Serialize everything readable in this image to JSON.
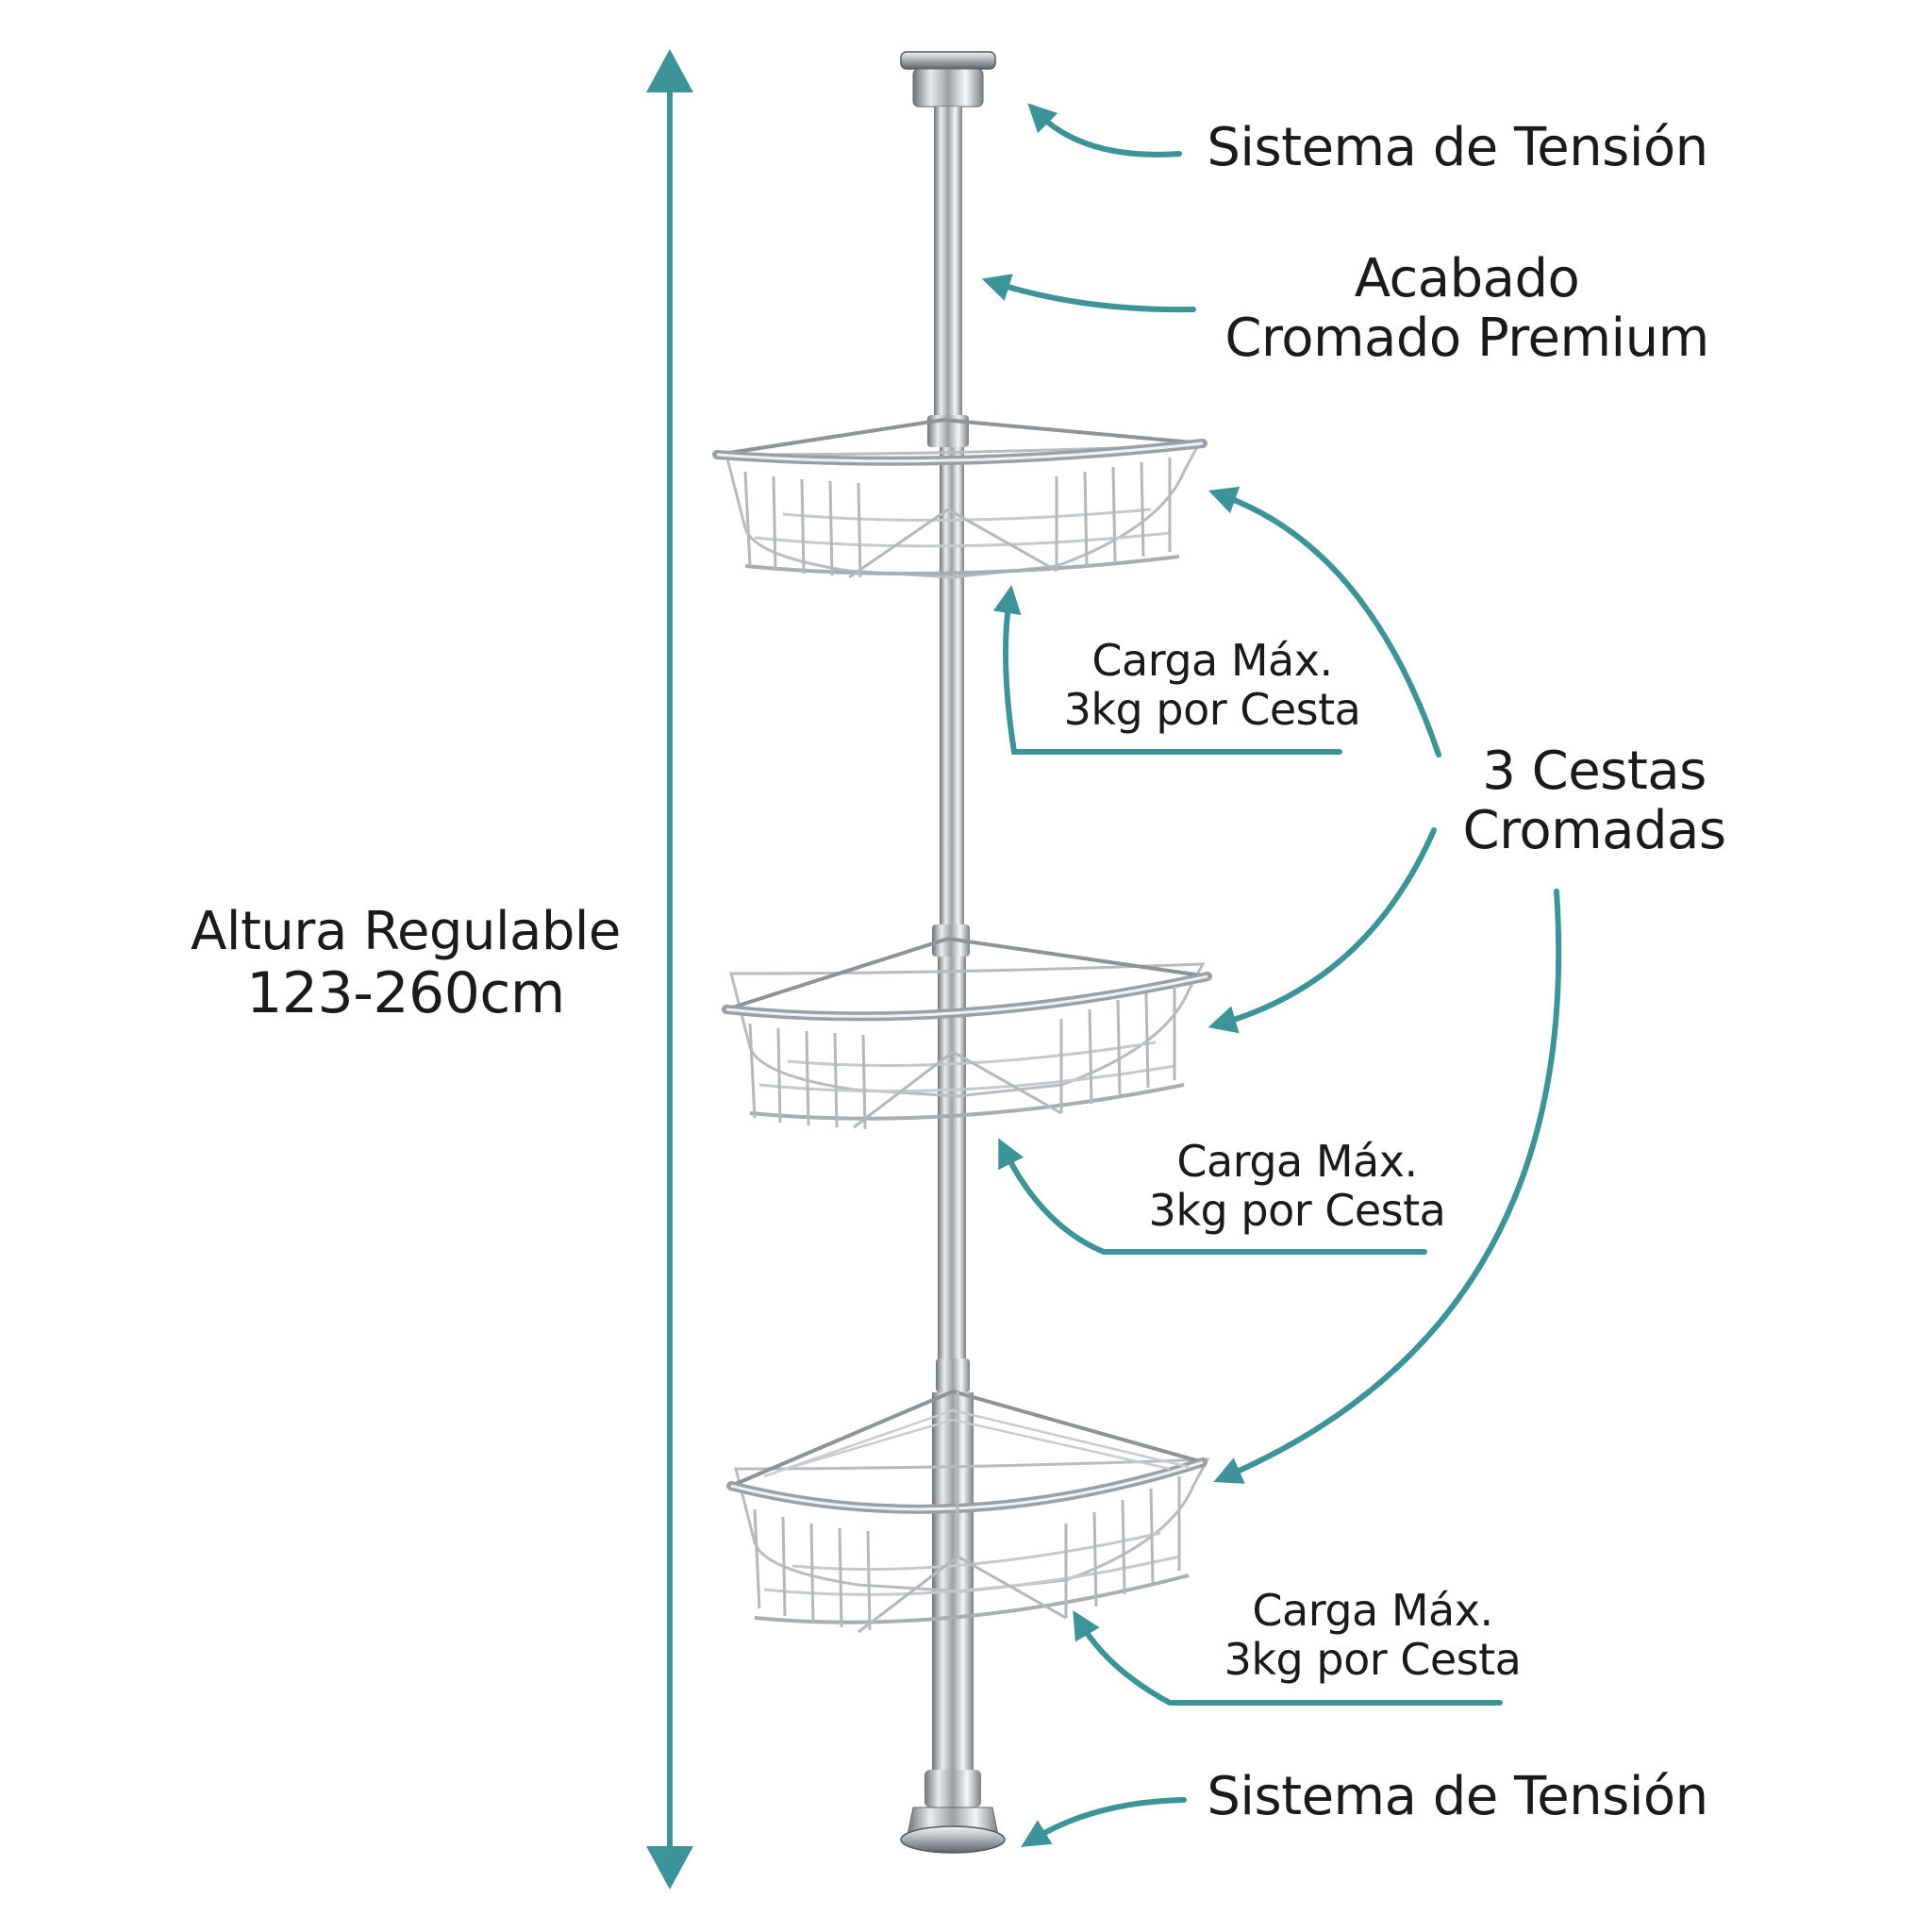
{
  "colors": {
    "accent": "#3d9498",
    "text": "#1a1a1a",
    "chrome": "#b8bcc0",
    "background": "#ffffff"
  },
  "labels": {
    "tension_top": "Sistema de Tensión",
    "finish_line1": "Acabado",
    "finish_line2": "Cromado Premium",
    "baskets_line1": "3 Cestas",
    "baskets_line2": "Cromadas",
    "height_line1": "Altura Regulable",
    "height_line2": "123-260cm",
    "load_line1": "Carga Máx.",
    "load_line2": "3kg por Cesta",
    "tension_bottom": "Sistema de Tensión"
  },
  "product": {
    "basket_count": 3
  }
}
